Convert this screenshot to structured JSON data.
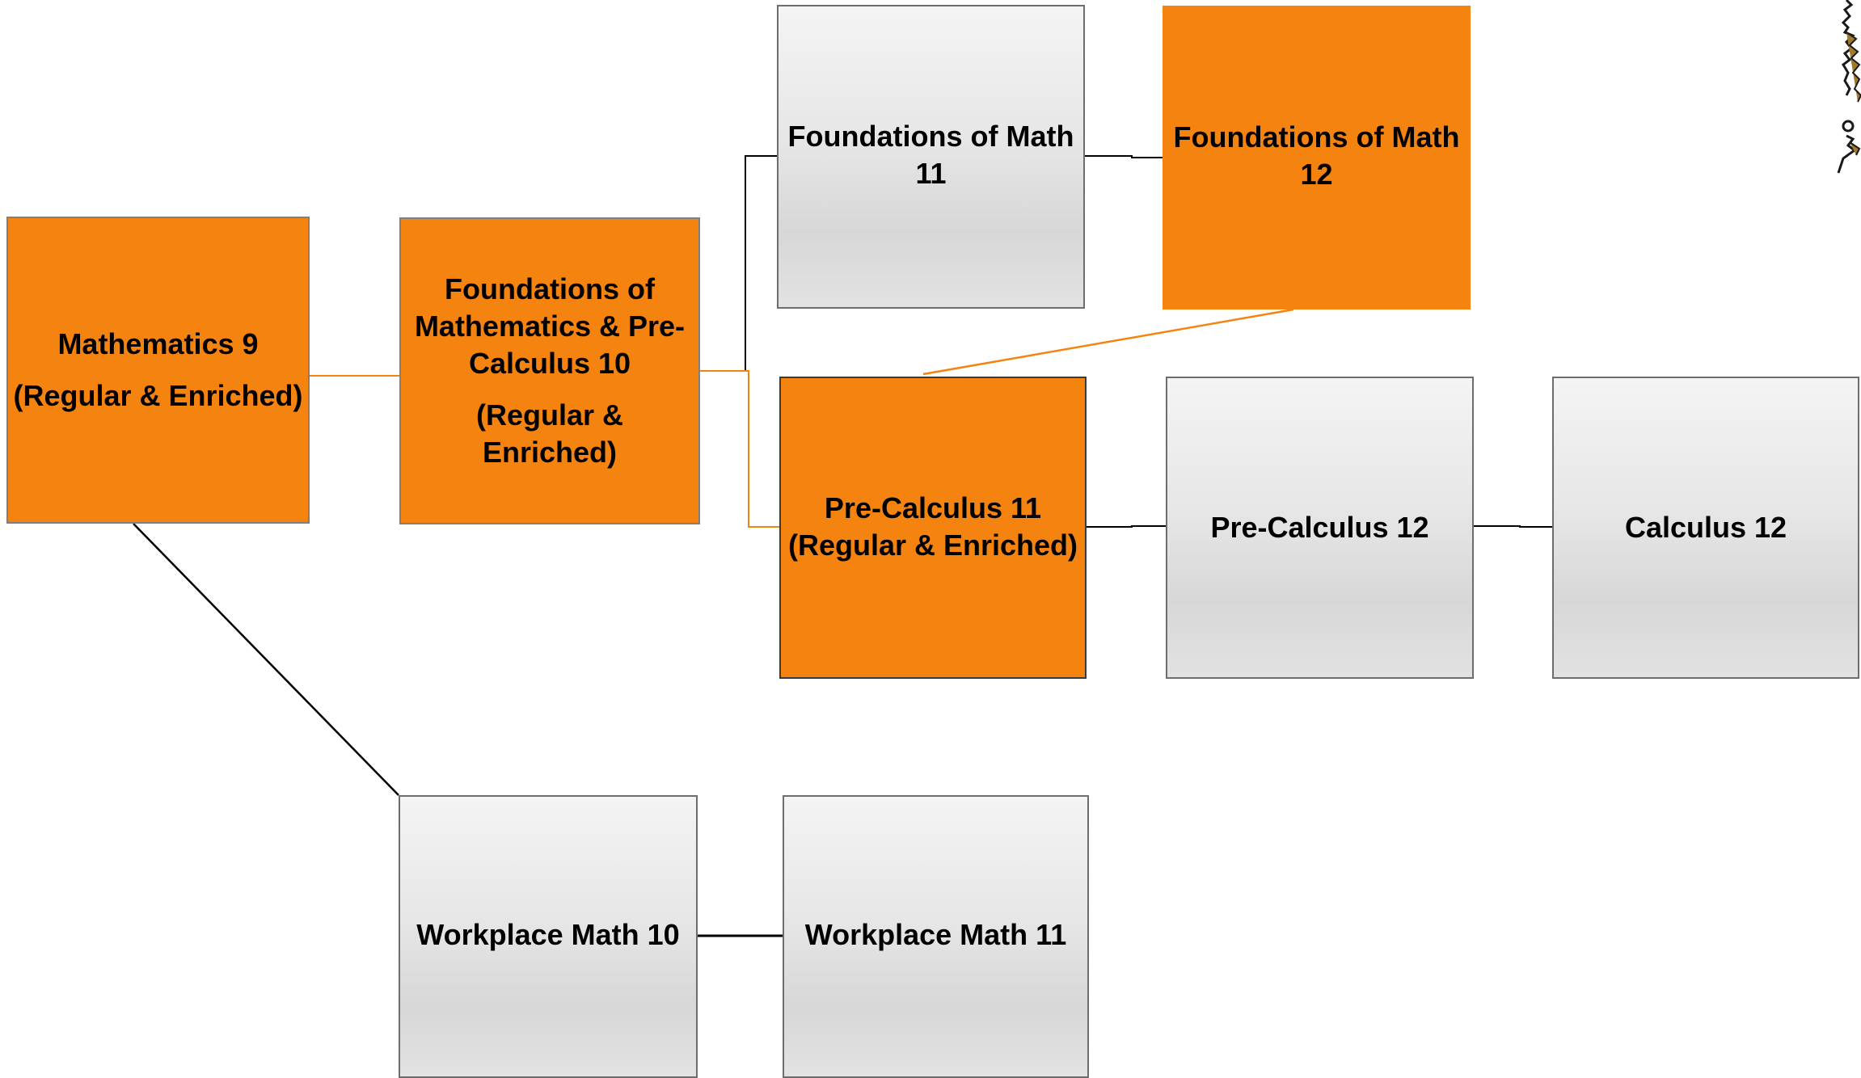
{
  "colors": {
    "orange": "#f5830f",
    "gray_light": "#f4f4f4",
    "gray_dark": "#d7d7d7",
    "line_black": "#000000",
    "line_orange": "#f5830f"
  },
  "boxes": {
    "math9": {
      "title": "Mathematics 9",
      "subtitle": "(Regular & Enriched)"
    },
    "fmpc10": {
      "title": "Foundations of Mathematics & Pre-Calculus 10",
      "subtitle": "(Regular & Enriched)"
    },
    "fom11": {
      "title": "Foundations of Math 11"
    },
    "fom12": {
      "title": "Foundations of Math 12"
    },
    "pc11": {
      "title": "Pre-Calculus 11",
      "subtitle": "(Regular & Enriched)"
    },
    "pc12": {
      "title": "Pre-Calculus 12"
    },
    "calc12": {
      "title": "Calculus 12"
    },
    "wm10": {
      "title": "Workplace Math 10"
    },
    "wm11": {
      "title": "Workplace Math 11"
    }
  },
  "decoration": {
    "mascot": "partial-mascot-drawing"
  }
}
